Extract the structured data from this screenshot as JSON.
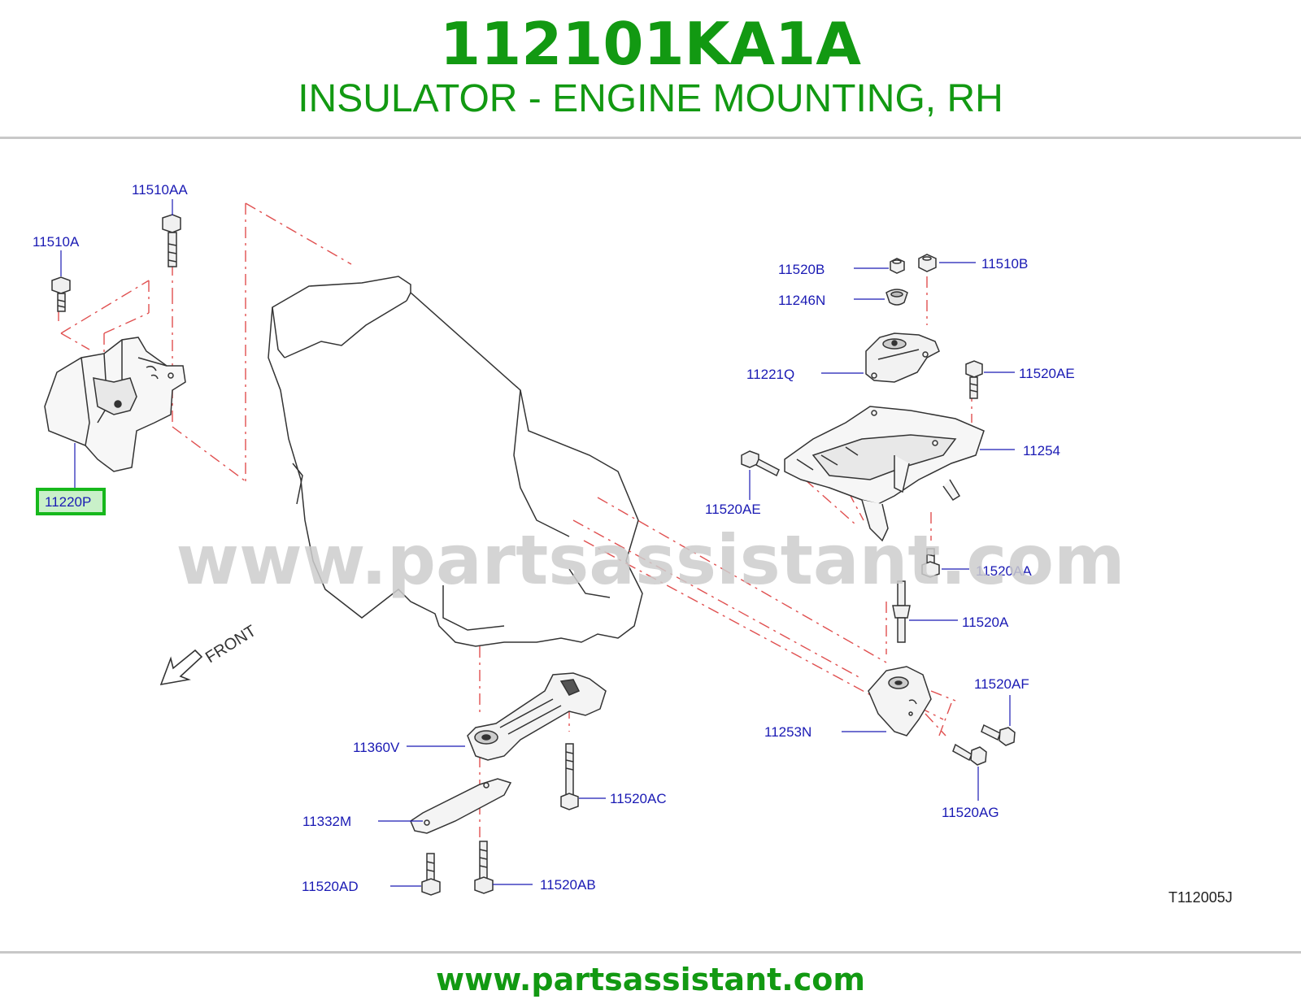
{
  "header": {
    "part_number": "112101KA1A",
    "part_name": "INSULATOR - ENGINE MOUNTING, RH"
  },
  "footer": {
    "site": "www.partsassistant.com"
  },
  "diagram": {
    "watermark": "www.partsassistant.com",
    "drawing_code": "T112005J",
    "front_label": "FRONT",
    "highlighted_part": "11220P",
    "callouts": {
      "p11510AA": "11510AA",
      "p11510A": "11510A",
      "p11220P": "11220P",
      "p11520B": "11520B",
      "p11510B": "11510B",
      "p11246N": "11246N",
      "p11221Q": "11221Q",
      "p11520AE_top": "11520AE",
      "p11254": "11254",
      "p11520AE_left": "11520AE",
      "p11520AA": "11520AA",
      "p11520A": "11520A",
      "p11520AF": "11520AF",
      "p11253N": "11253N",
      "p11520AG": "11520AG",
      "p11360V": "11360V",
      "p11520AC": "11520AC",
      "p11332M": "11332M",
      "p11520AD": "11520AD",
      "p11520AB": "11520AB"
    }
  },
  "colors": {
    "title_green": "#129912",
    "label_blue": "#1a1ab4",
    "leader_red": "#e05050",
    "highlight_green": "#17b81c",
    "highlight_fill": "#c9f0c9",
    "watermark_gray": "#cccccc",
    "line_dark": "#333333"
  }
}
